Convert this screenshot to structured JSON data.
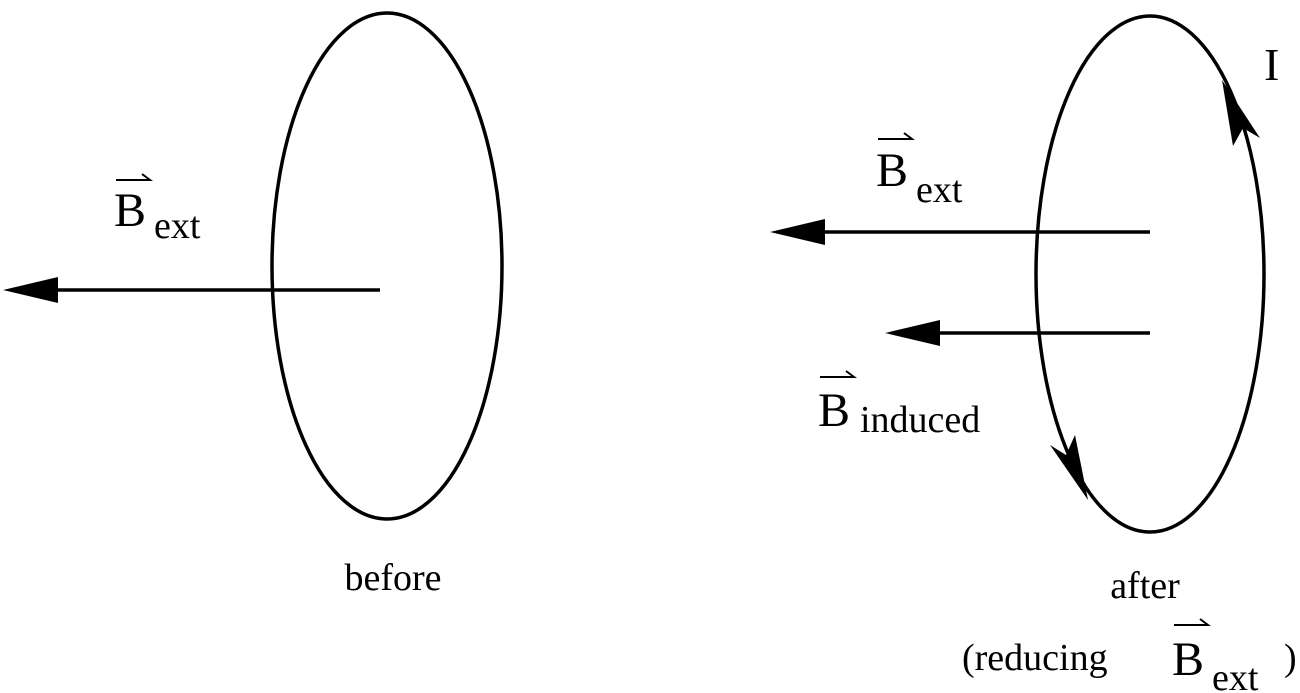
{
  "panels": {
    "before": {
      "caption": "before",
      "field": {
        "symbol": "B",
        "subscript": "ext"
      }
    },
    "after": {
      "caption": "after",
      "current_label": "I",
      "field_ext": {
        "symbol": "B",
        "subscript": "ext"
      },
      "field_induced": {
        "symbol": "B",
        "subscript": "induced"
      },
      "condition": {
        "prefix": "(reducing ",
        "symbol": "B",
        "subscript": "ext",
        "suffix": ")"
      }
    }
  },
  "colors": {
    "ink": "#000000",
    "background": "#ffffff"
  }
}
